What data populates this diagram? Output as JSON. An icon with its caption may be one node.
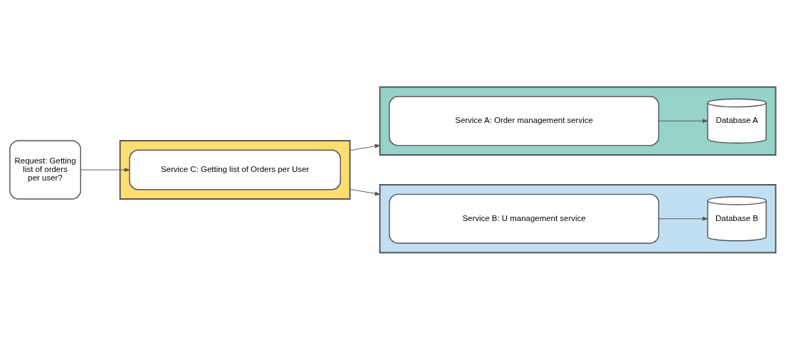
{
  "diagram": {
    "nodes": [
      {
        "text": [
          "Request: Getting list of orders per user?"
        ]
      },
      {
        "text": [],
        "shape": "box"
      },
      {
        "text": [
          "Service C: Getting list of Orders per User"
        ],
        "in": 1
      },
      {
        "text": [],
        "shape": "box"
      },
      {
        "text": [
          "Service A: Order management service"
        ],
        "in": 3
      },
      {
        "text": [
          "Database A"
        ],
        "in": 3
      },
      {
        "text": [],
        "shape": "box"
      },
      {
        "text": [
          "Service B: U management service"
        ],
        "in": 6
      },
      {
        "text": [
          "Database B"
        ],
        "in": 6
      }
    ],
    "edges": [
      {
        "from": 0,
        "to": 2,
        "arrow": "to"
      },
      {
        "from": 1,
        "to": 3,
        "arrow": "to"
      },
      {
        "from": 1,
        "to": 6,
        "arrow": "to"
      },
      {
        "from": 4,
        "to": 5,
        "arrow": "to"
      },
      {
        "from": 7,
        "to": 8,
        "arrow": "to"
      }
    ]
  }
}
